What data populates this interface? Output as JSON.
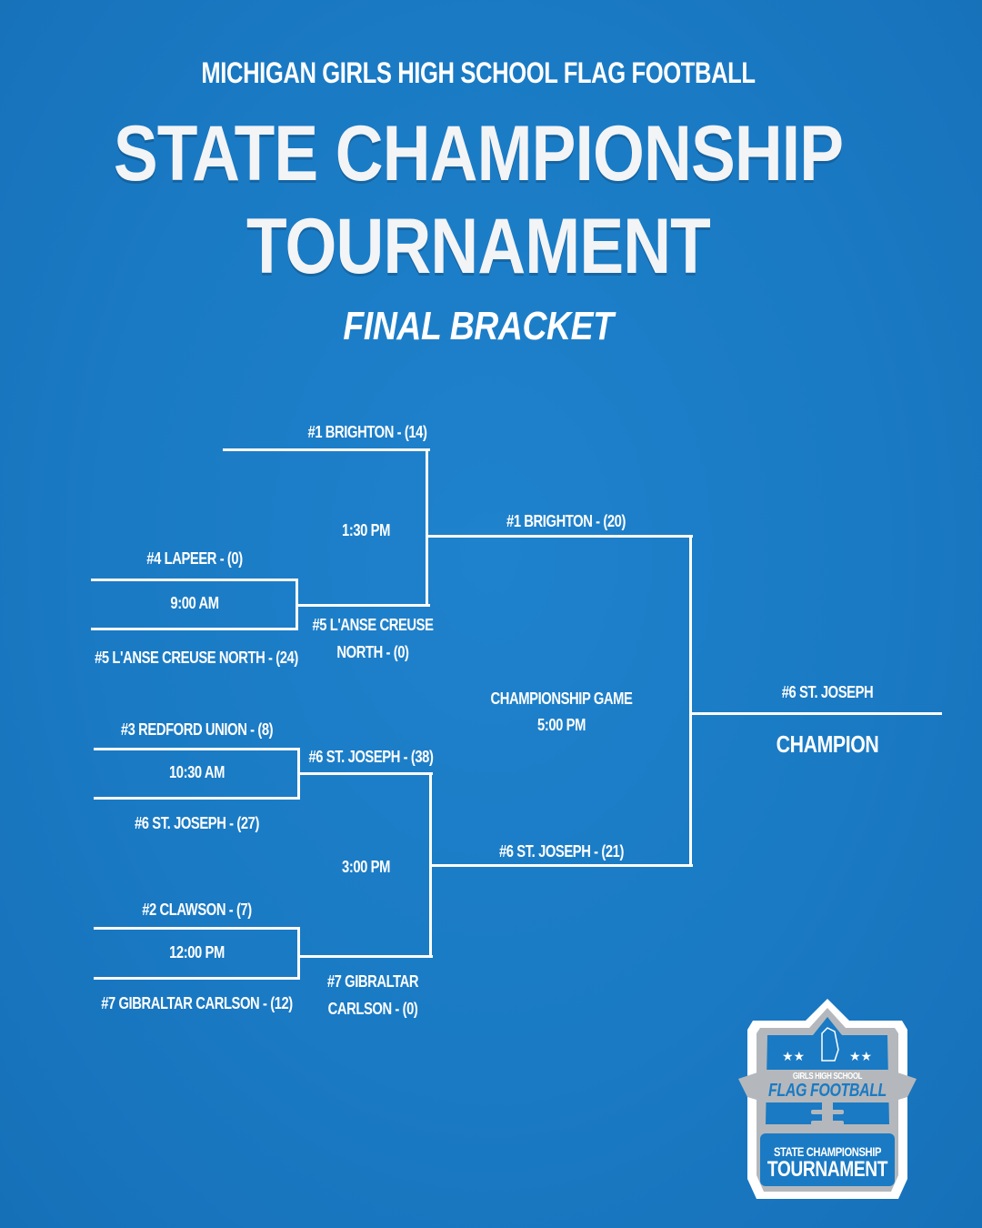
{
  "header": {
    "subtitle": "MICHIGAN GIRLS HIGH SCHOOL FLAG FOOTBALL",
    "title_line1": "STATE CHAMPIONSHIP",
    "title_line2": "TOURNAMENT",
    "bracket_label": "FINAL BRACKET"
  },
  "round1": [
    {
      "time": "9:00 AM",
      "top": "#4 LAPEER - (0)",
      "bottom": "#5 L'ANSE CREUSE NORTH - (24)"
    },
    {
      "time": "10:30 AM",
      "top": "#3 REDFORD UNION - (8)",
      "bottom": "#6 ST. JOSEPH - (27)"
    },
    {
      "time": "12:00 PM",
      "top": "#2 CLAWSON - (7)",
      "bottom": "#7 GIBRALTAR CARLSON - (12)"
    }
  ],
  "semis": [
    {
      "time": "1:30 PM",
      "top": "#1 BRIGHTON - (14)",
      "bottom_line1": "#5 L'ANSE CREUSE",
      "bottom_line2": "NORTH - (0)"
    },
    {
      "time": "3:00 PM",
      "top": "#6 ST. JOSEPH - (38)",
      "bottom_line1": "#7 GIBRALTAR",
      "bottom_line2": "CARLSON - (0)"
    }
  ],
  "final": {
    "label": "CHAMPIONSHIP GAME",
    "time": "5:00 PM",
    "top": "#1 BRIGHTON - (20)",
    "bottom": "#6 ST. JOSEPH - (21)"
  },
  "champion": {
    "team": "#6 ST. JOSEPH",
    "label": "CHAMPION"
  },
  "logo": {
    "line1": "GIRLS HIGH SCHOOL",
    "line2": "FLAG FOOTBALL",
    "line3": "STATE CHAMPIONSHIP",
    "line4": "TOURNAMENT"
  },
  "colors": {
    "background": "#1a7ac4",
    "lines": "#ffffff",
    "logo_gray": "#b4b8bc"
  }
}
